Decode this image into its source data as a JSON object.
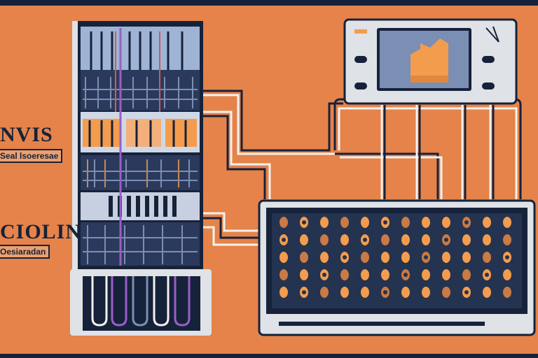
{
  "labels": {
    "upper_title": "NVIS",
    "upper_subtitle": "Seal lsoeresae",
    "lower_title": "CIOLIN",
    "lower_subtitle": "Oesiaradan"
  },
  "colors": {
    "background": "#e5834a",
    "navy": "#16223a",
    "panel_grey": "#dfe2e6",
    "screen_blue": "#7a8fb3",
    "glow_orange": "#f39c4e",
    "wire_white": "#f4f1ee"
  },
  "icons": {
    "monitor_buttons": "round-knob",
    "monitor_corner": "antenna-icon"
  }
}
